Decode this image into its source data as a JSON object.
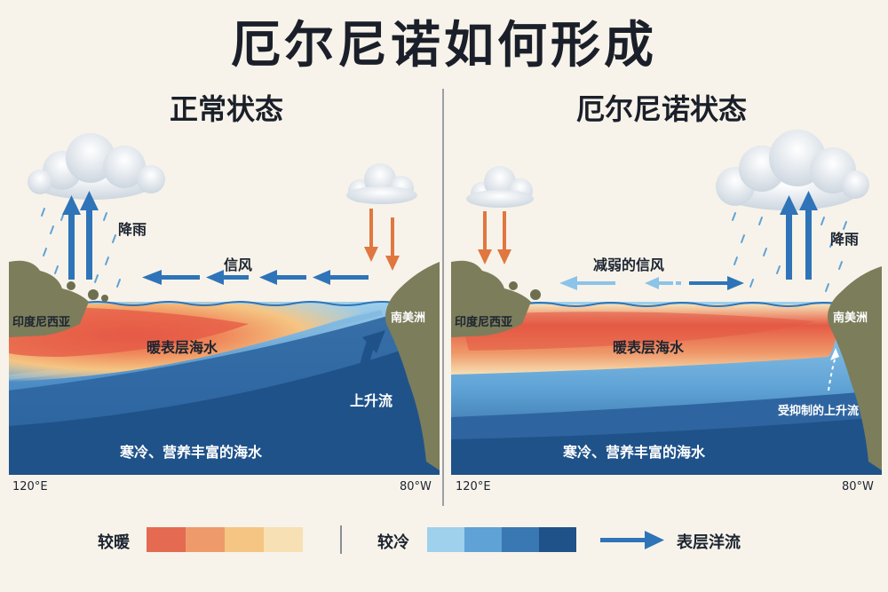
{
  "title": "厄尔尼诺如何形成",
  "panels": {
    "normal": {
      "title": "正常状态",
      "rain": "降雨",
      "wind": "信风",
      "warm_water": "暖表层海水",
      "upwelling": "上升流",
      "cold_water": "寒冷、营养丰富的海水",
      "west_land": "印度尼西亚",
      "east_land": "南美洲",
      "west_coord": "120°E",
      "east_coord": "80°W"
    },
    "elnino": {
      "title": "厄尔尼诺状态",
      "rain": "降雨",
      "wind": "减弱的信风",
      "warm_water": "暖表层海水",
      "upwelling": "受抑制的上升流",
      "cold_water": "寒冷、营养丰富的海水",
      "west_land": "印度尼西亚",
      "east_land": "南美洲",
      "west_coord": "120°E",
      "east_coord": "80°W"
    }
  },
  "legend": {
    "warm_label": "较暖",
    "warm_colors": [
      "#e46a52",
      "#ef9a6a",
      "#f5c583",
      "#f6e0b4"
    ],
    "cold_label": "较冷",
    "cold_colors": [
      "#9fd0ec",
      "#5fa3d6",
      "#3a78b3",
      "#1f5289"
    ],
    "current_label": "表层洋流",
    "current_color": "#2f74b8"
  },
  "colors": {
    "warm_core": "#e55a45",
    "deep_ocean": "#1f5289",
    "land": "#7c7d5b",
    "upwelling_arrow": "#2f74b8",
    "downdraft_arrow": "#e0773f"
  }
}
